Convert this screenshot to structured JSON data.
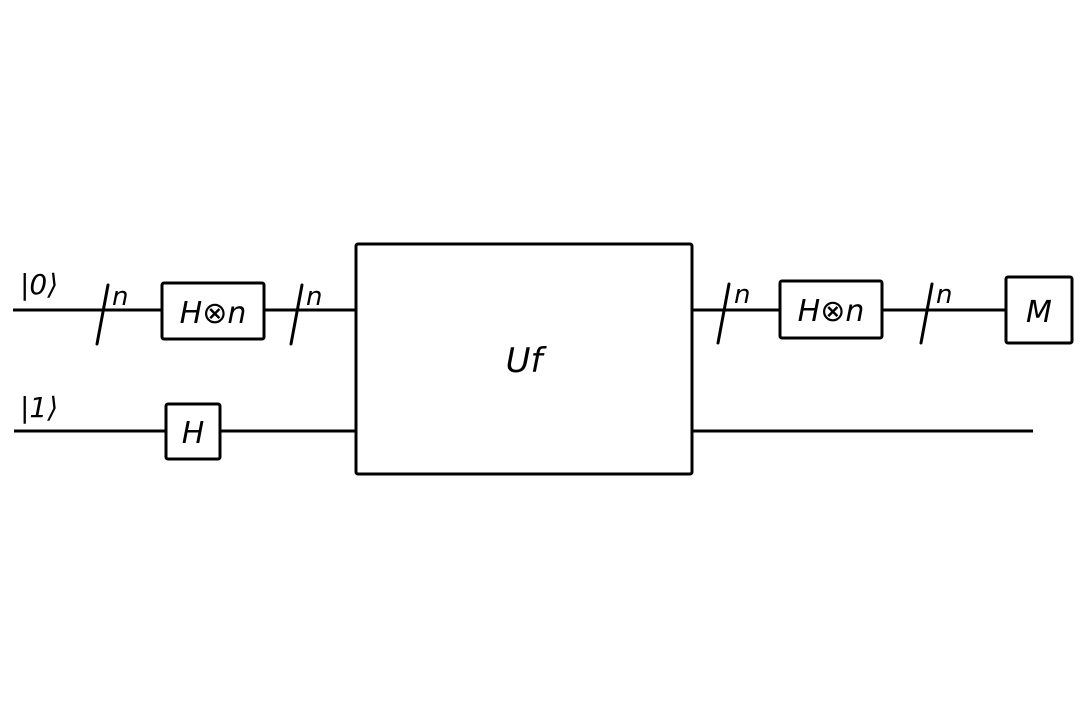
{
  "diagram": {
    "type": "quantum-circuit",
    "title": "",
    "qubits": [
      {
        "id": "q0",
        "label": "|0⟩",
        "register_size": "n"
      },
      {
        "id": "q1",
        "label": "|1⟩"
      }
    ],
    "gates": {
      "top_left_hadamard": "H⊗n",
      "bottom_hadamard": "H",
      "oracle": "Uf",
      "top_right_hadamard": "H⊗n",
      "measurement": "M"
    },
    "register_marks": [
      "n",
      "n",
      "n",
      "n"
    ],
    "colors": {
      "stroke": "#000000",
      "background": "#ffffff"
    }
  }
}
